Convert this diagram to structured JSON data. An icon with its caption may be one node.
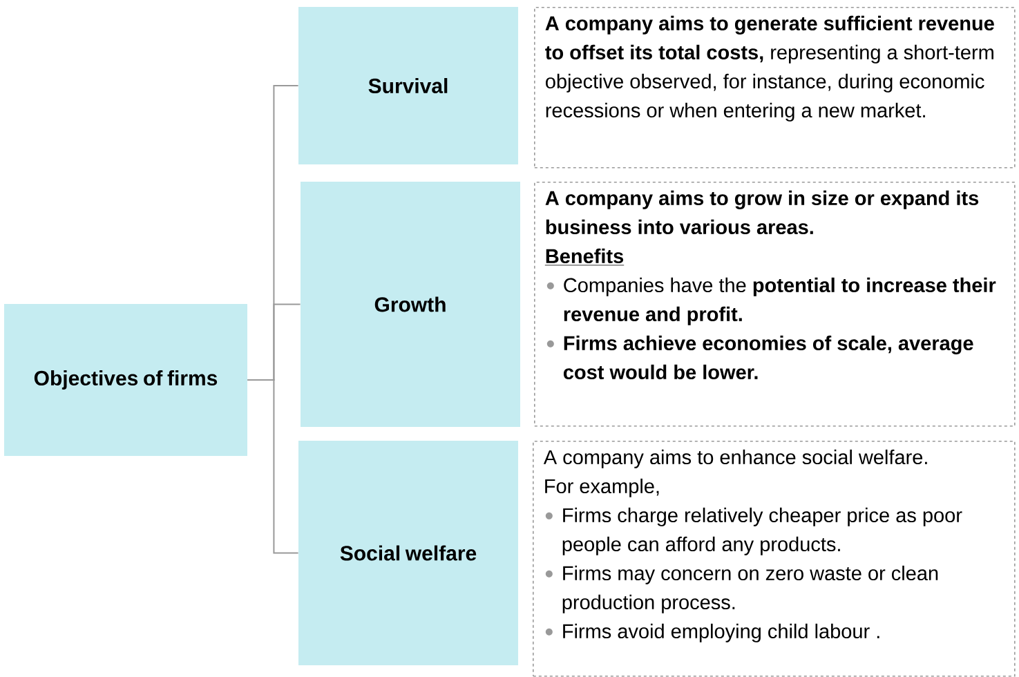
{
  "diagram": {
    "nodes": [
      {
        "text": [
          "Objectives of firms"
        ]
      },
      {
        "text": [
          "Survival"
        ]
      },
      {
        "text": [
          "Growth"
        ]
      },
      {
        "text": [
          "Social welfare"
        ]
      },
      {
        "text": [
          "**A company aims to generate sufficient revenue to offset its total costs,** representing a short-term objective observed, for instance, during economic recessions or when entering a new market."
        ]
      },
      {
        "text": [
          "A company aims to grow in size or expand its business into various areas.",
          "Benefits",
          "Companies have the **potential to increase their revenue and profit.**",
          "Firms achieve economies of scale, average cost would be lower."
        ]
      },
      {
        "text": [
          "A company aims to enhance social welfare.",
          "For example,",
          "Firms charge relatively cheaper price as poor people can afford any products.",
          "Firms may concern on zero waste or clean production process.",
          "Firms avoid employing child labour ."
        ]
      }
    ],
    "edges": [
      {
        "from": 0,
        "to": 1,
        "arrow": "none"
      },
      {
        "from": 0,
        "to": 2,
        "arrow": "none"
      },
      {
        "from": 0,
        "to": 3,
        "arrow": "none"
      }
    ]
  }
}
